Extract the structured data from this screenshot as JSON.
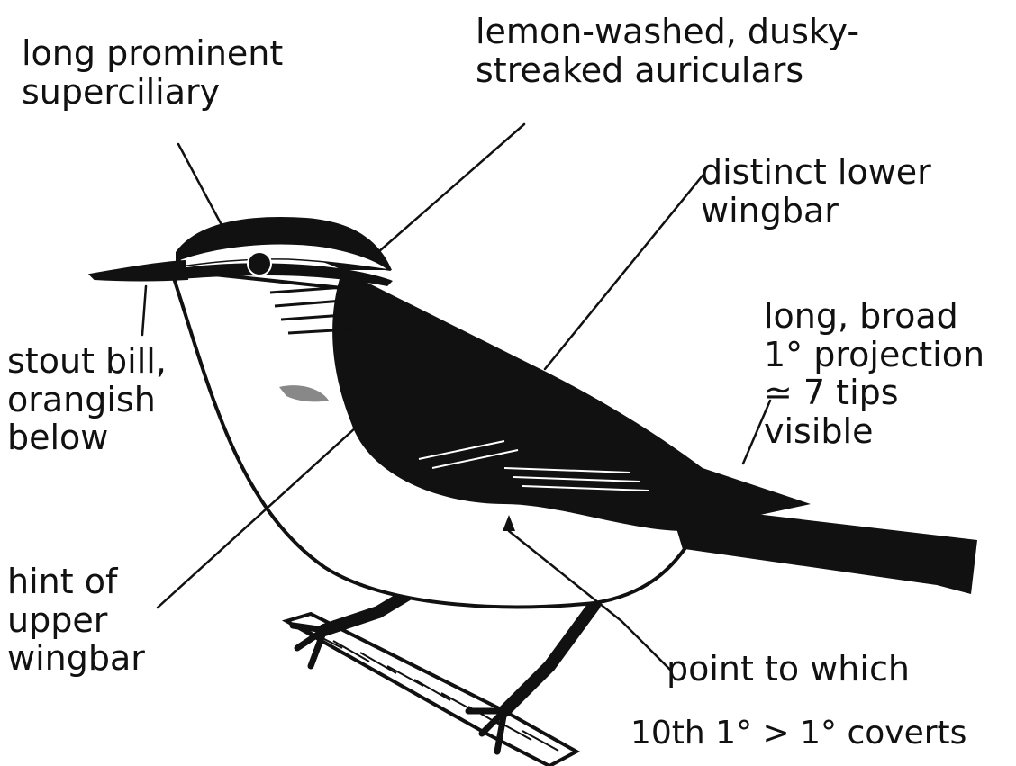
{
  "colors": {
    "ink": "#111111",
    "paper": "#ffffff",
    "shadow": "#1a1a1a"
  },
  "labels": {
    "superciliary": "long prominent\nsuperciliary",
    "auriculars": "lemon-washed, dusky-\nstreaked auriculars",
    "lower_wingbar": "distinct lower\nwingbar",
    "projection": "long, broad\n1° projection\n≃ 7 tips\nvisible",
    "bill": "stout bill,\norangish\nbelow",
    "upper_wingbar": "hint of\nupper\nwingbar",
    "point": "point to which",
    "coverts": "10th 1° > 1° coverts"
  }
}
